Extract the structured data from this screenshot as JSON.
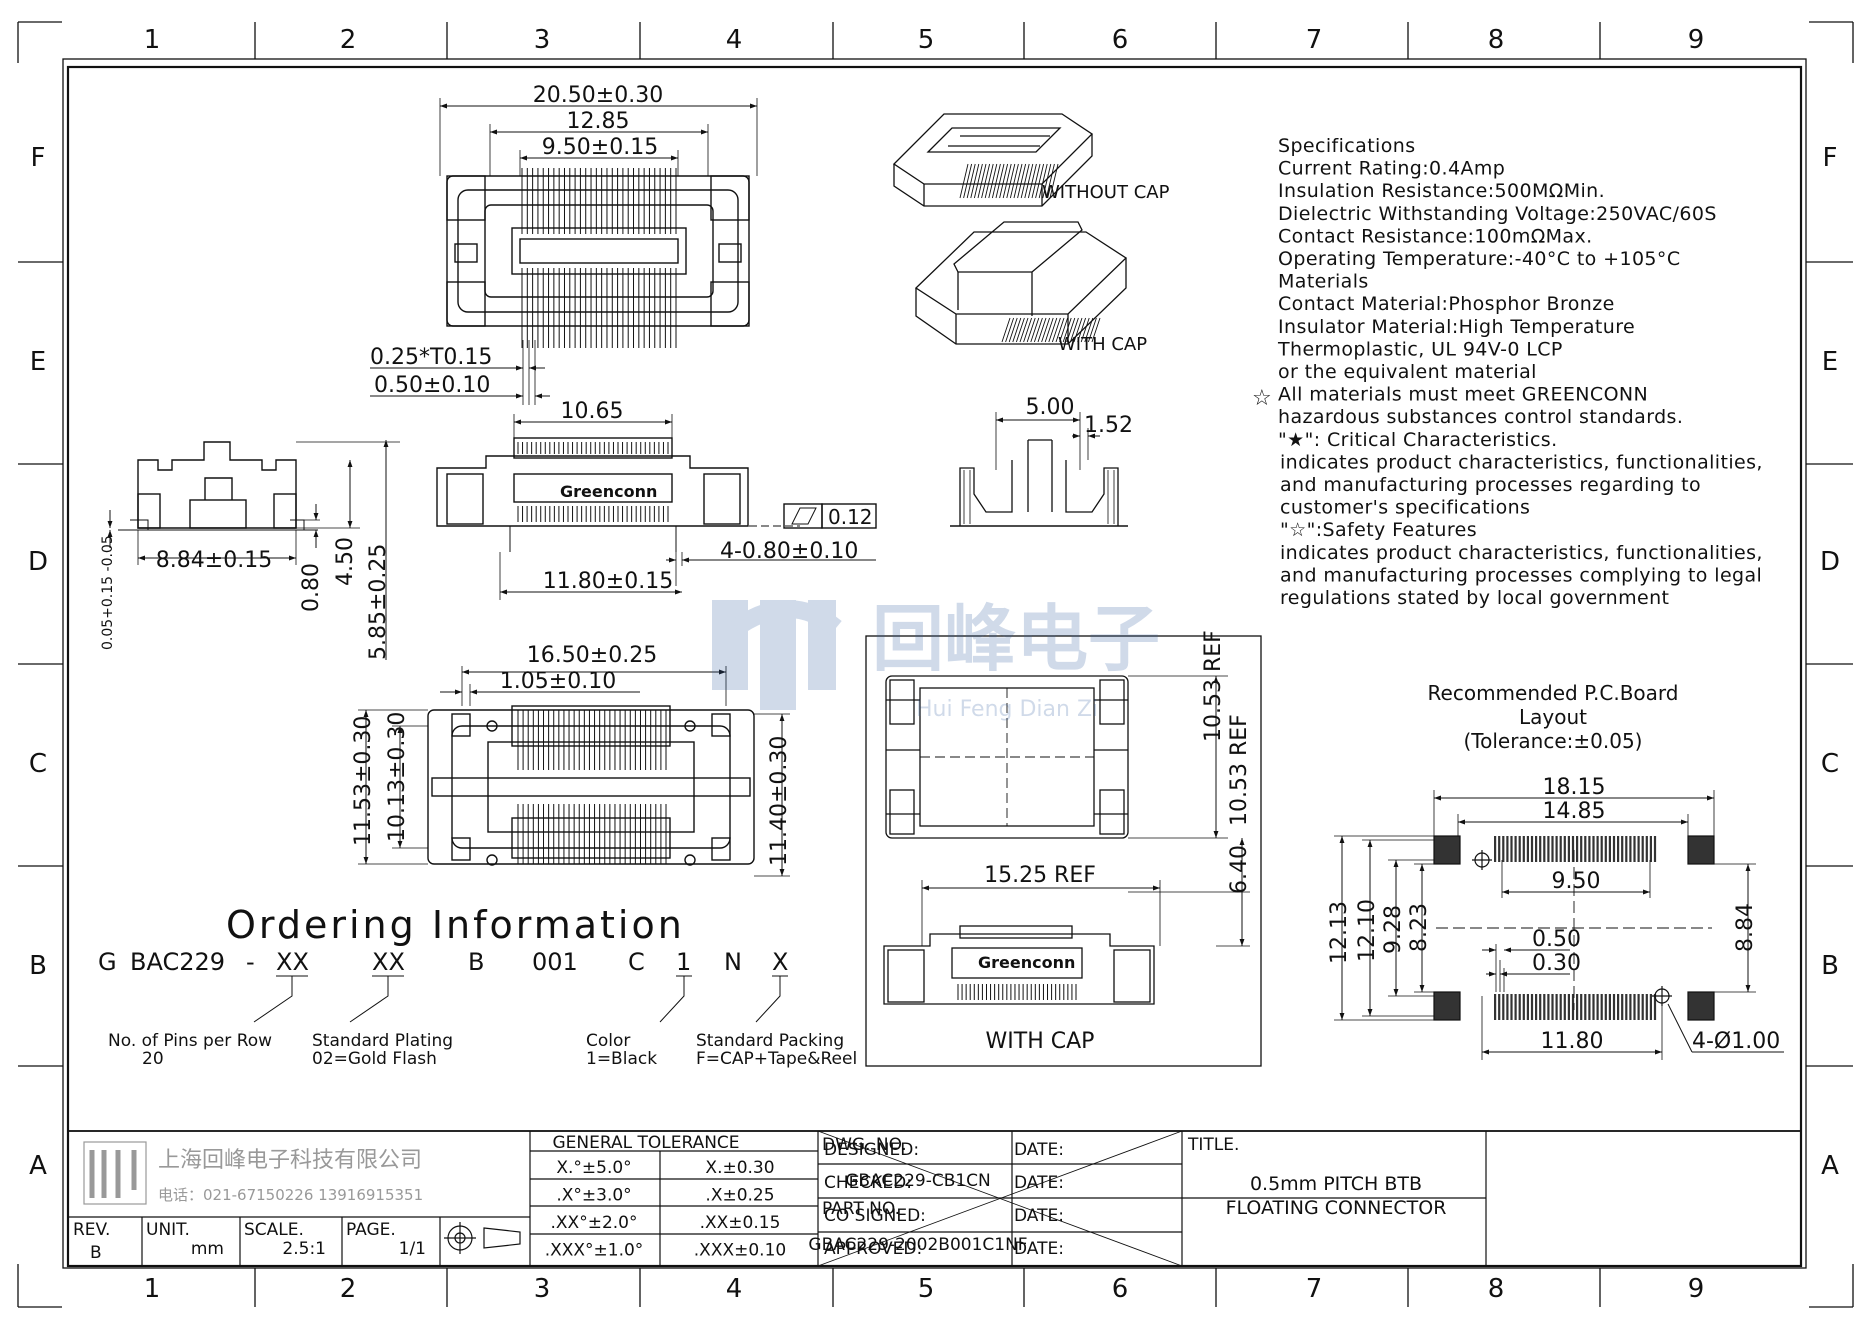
{
  "grid": {
    "columns": [
      "1",
      "2",
      "3",
      "4",
      "5",
      "6",
      "7",
      "8",
      "9"
    ],
    "rows": [
      "F",
      "E",
      "D",
      "C",
      "B",
      "A"
    ]
  },
  "views": {
    "top": {
      "overall_width": "20.50±0.30",
      "width_2": "12.85",
      "width_3": "9.50±0.15",
      "pin_width": "0.25*T0.15",
      "pitch": "0.50±0.10"
    },
    "side_left": {
      "base_width": "8.84±0.15",
      "standoff": "0.05+0.15 -0.05",
      "height_1": "0.80",
      "height_2": "4.50",
      "total_height": "5.85±0.25"
    },
    "front": {
      "width": "10.65",
      "flatness": "0.12",
      "tail_width": "4-0.80±0.10",
      "tail_span": "11.80±0.15",
      "brand": "Greenconn"
    },
    "bottom": {
      "width": "16.50±0.25",
      "offset": "1.05±0.10",
      "h1": "11.53±0.30",
      "h2": "10.13±0.30",
      "h3": "11.40±0.30"
    },
    "section": {
      "w1": "5.00",
      "w2": "1.52"
    },
    "iso": {
      "without_cap": "WITHOUT CAP",
      "with_cap": "WITH CAP"
    },
    "cap_view": {
      "ref_1": "10.53 REF",
      "ref_2": "10.53 REF",
      "height": "6.40",
      "width": "15.25 REF",
      "label": "WITH CAP",
      "brand": "Greenconn"
    }
  },
  "specifications": [
    "Specifications",
    "Current Rating:0.4Amp",
    "Insulation Resistance:500MΩMin.",
    "Dielectric Withstanding Voltage:250VAC/60S",
    "Contact Resistance:100mΩMax.",
    "Operating Temperature:-40°C to +105°C",
    "Materials",
    "Contact Material:Phosphor Bronze",
    "Insulator Material:High Temperature",
    "Thermoplastic, UL 94V-0 LCP",
    "or the equivalent material",
    "All materials must meet GREENCONN",
    "hazardous substances control standards.",
    "\"★\": Critical Characteristics.",
    "indicates product characteristics, functionalities,",
    "and manufacturing processes regarding to",
    "customer's specifications",
    "\"☆\":Safety Features",
    "indicates product characteristics, functionalities,",
    "and manufacturing processes complying to legal",
    "regulations stated by local government"
  ],
  "watermark": {
    "cn": "回峰电子",
    "pinyin": "Hui Feng Dian Zi"
  },
  "pcb_layout": {
    "title_1": "Recommended P.C.Board",
    "title_2": "Layout",
    "title_3": "(Tolerance:±0.05)",
    "d_18_15": "18.15",
    "d_14_85": "14.85",
    "d_9_50": "9.50",
    "d_0_50": "0.50",
    "d_0_30": "0.30",
    "d_11_80": "11.80",
    "d_holes": "4-Ø1.00",
    "d_12_13": "12.13",
    "d_12_10": "12.10",
    "d_9_28": "9.28",
    "d_8_23": "8.23",
    "d_8_84": "8.84"
  },
  "ordering": {
    "title": "Ordering Information",
    "code": [
      "G",
      "BAC229",
      "-",
      "XX",
      "XX",
      "B",
      "001",
      "C",
      "1",
      "N",
      "X"
    ],
    "notes": [
      {
        "l1": "No. of Pins per Row",
        "l2": "20"
      },
      {
        "l1": "Standard Plating",
        "l2": "02=Gold Flash"
      },
      {
        "l1": "Color",
        "l2": "1=Black"
      },
      {
        "l1": "Standard Packing",
        "l2": "F=CAP+Tape&Reel"
      }
    ]
  },
  "title_block": {
    "company_cn": "上海回峰电子科技有限公司",
    "phone": "电话：021-67150226  13916915351",
    "rev_label": "REV.",
    "rev": "B",
    "unit_label": "UNIT.",
    "unit": "mm",
    "scale_label": "SCALE.",
    "scale": "2.5:1",
    "page_label": "PAGE.",
    "page": "1/1",
    "tolerance_title": "GENERAL TOLERANCE",
    "tolerance": [
      [
        "X.°±5.0°",
        "X.±0.30"
      ],
      [
        ".X°±3.0°",
        ".X±0.25"
      ],
      [
        ".XX°±2.0°",
        ".XX±0.15"
      ],
      [
        ".XXX°±1.0°",
        ".XXX±0.10"
      ]
    ],
    "signatures": [
      "DESIGNED:",
      "CHECKED:",
      "CO SIGNED:",
      "APPROVED:"
    ],
    "date_label": "DATE:",
    "dwg_no_label": "DWG. NO.",
    "dwg_no": "GBAC229-CB1CN",
    "part_no_label": "PART NO.",
    "part_no": "GBAC229-2002B001C1NF",
    "title_label": "TITLE.",
    "title_1": "0.5mm PITCH  BTB",
    "title_2": "FLOATING CONNECTOR"
  }
}
